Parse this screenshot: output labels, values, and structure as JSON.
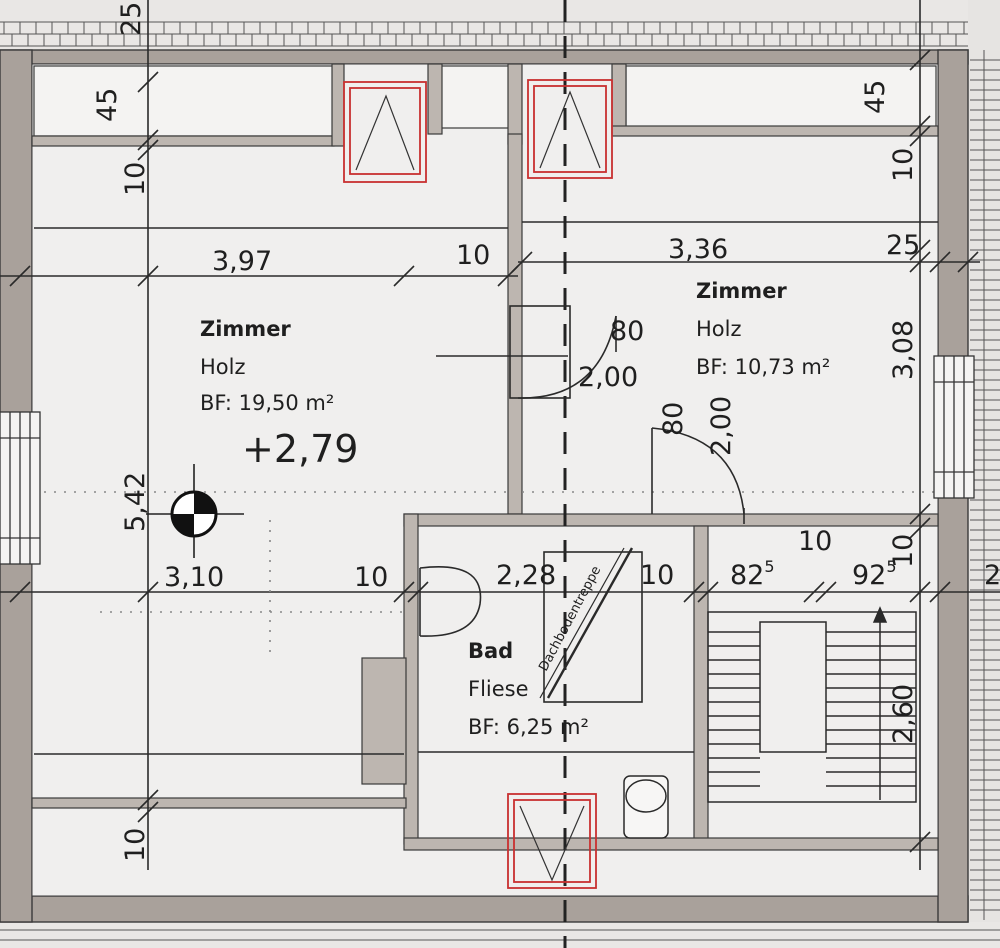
{
  "rooms": [
    {
      "name": "Zimmer",
      "floor": "Holz",
      "area": "BF: 19,50 m²"
    },
    {
      "name": "Zimmer",
      "floor": "Holz",
      "area": "BF: 10,73 m²"
    },
    {
      "name": "Bad",
      "floor": "Fliese",
      "area": "BF: 6,25 m²"
    }
  ],
  "level": "+2,79",
  "stair_label": "Dachbodentreppe",
  "dimensions": {
    "top_left": "25",
    "left_45": "45",
    "left_10_upper": "10",
    "left_542": "5,42",
    "left_10_lower": "10",
    "right_45": "45",
    "right_10": "10",
    "right_25": "25",
    "right_308": "3,08",
    "right_10_mid": "10",
    "right_260": "2,60",
    "w397": "3,97",
    "wall10_a": "10",
    "w336": "3,36",
    "w310": "3,10",
    "wall10_b": "10",
    "w228": "2,28",
    "wall10_c": "10",
    "w825": "82",
    "w825_sup": "5",
    "wall10_d": "10",
    "w92": "92",
    "w92_sup": "5",
    "door1_w": "80",
    "door1_h": "2,00",
    "door2_w": "80",
    "door2_h": "2,00",
    "edge_r": "2"
  },
  "colors": {
    "wall": "#a9a19b",
    "floor": "#f0efee",
    "window_red": "#c93030"
  }
}
